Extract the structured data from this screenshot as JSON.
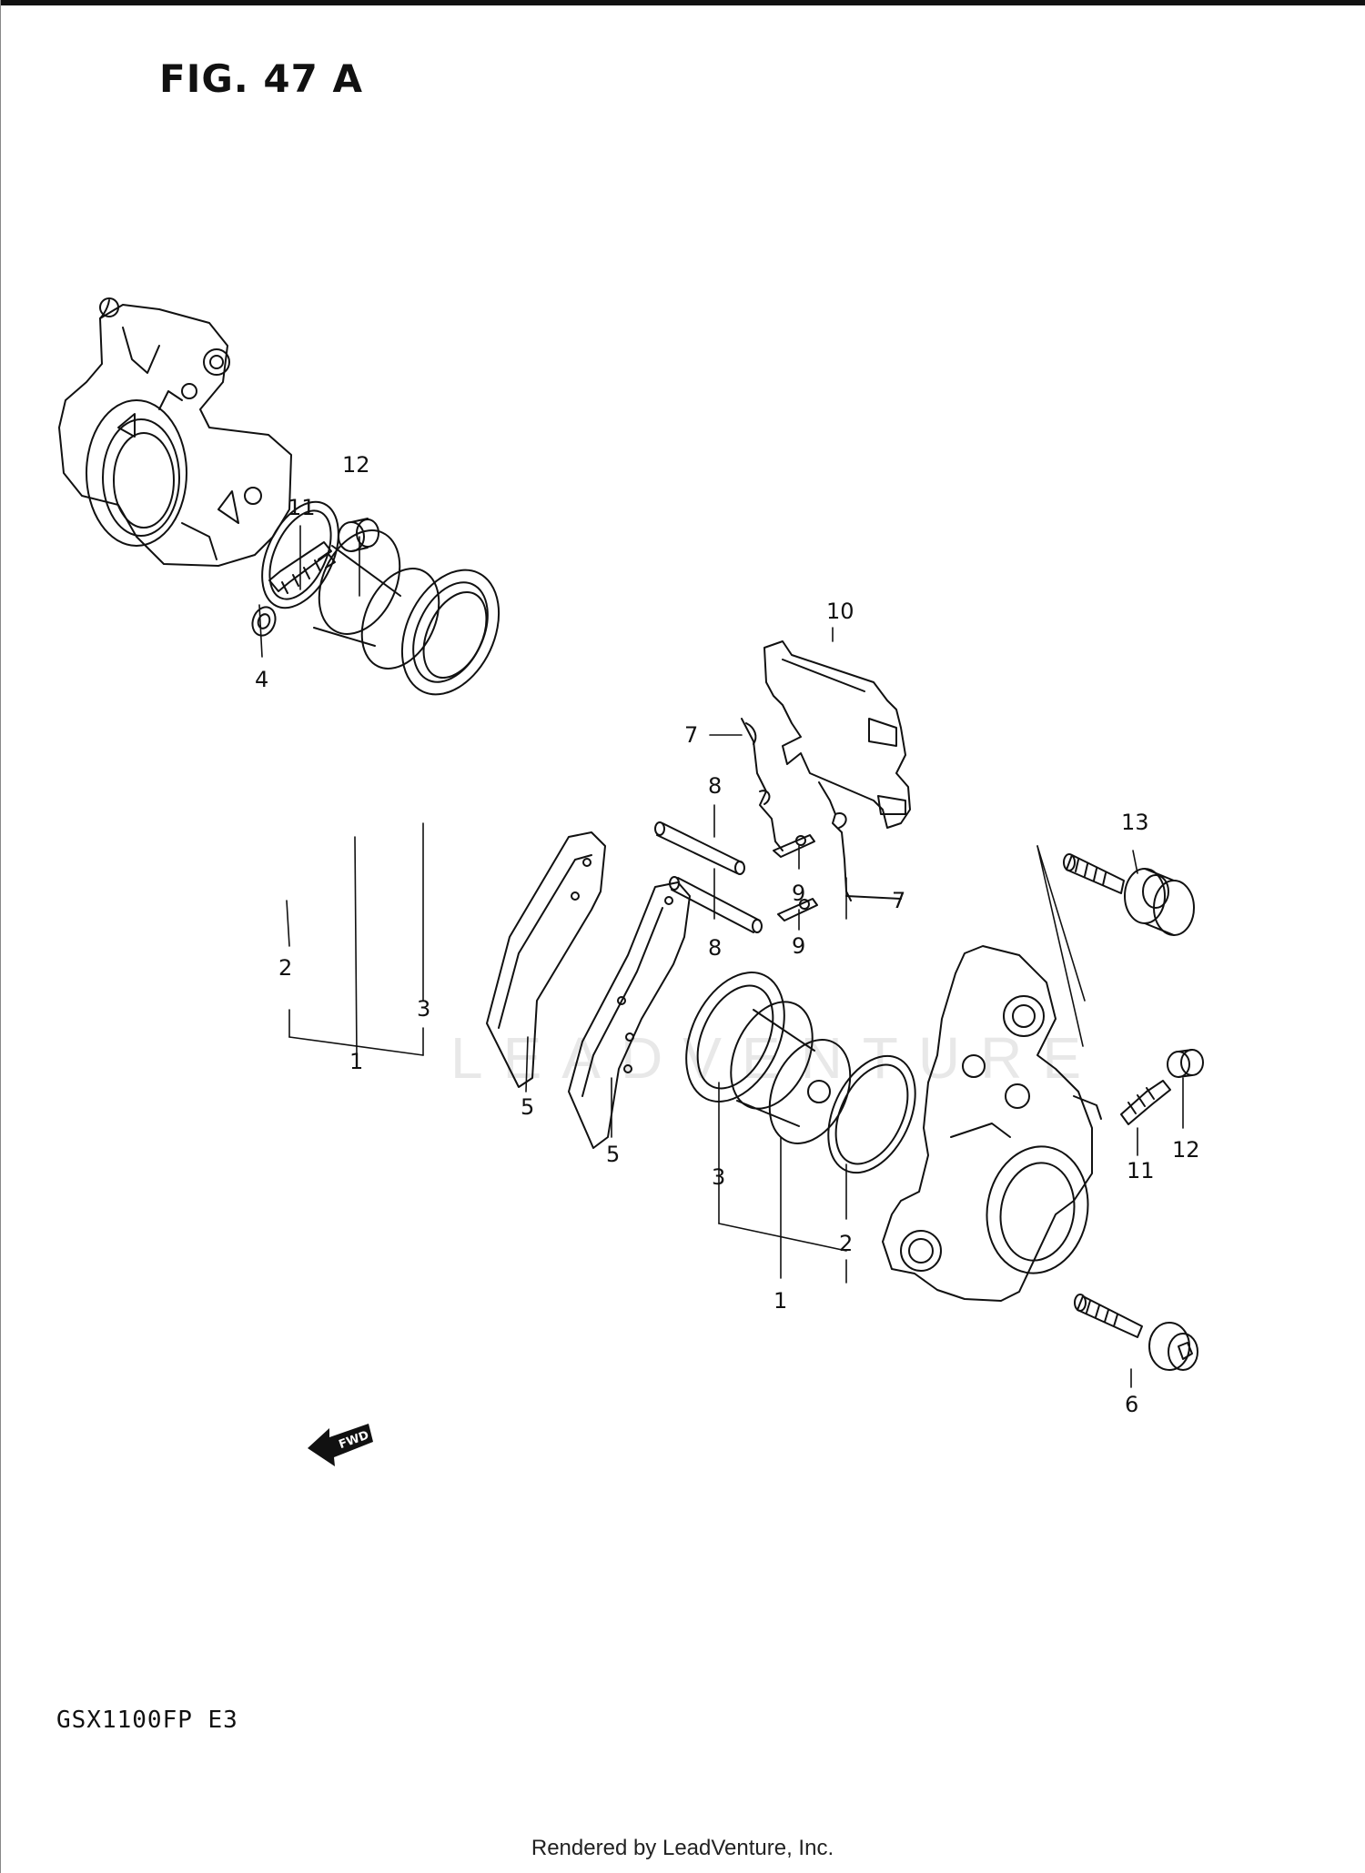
{
  "figure": {
    "title": "FIG. 47 A"
  },
  "model_code": "GSX1100FP  E3",
  "watermark": "LEADVENTURE",
  "fwd_label": "FWD",
  "footer": "Rendered by LeadVenture, Inc.",
  "callouts": {
    "c1a": "1",
    "c1b": "1",
    "c2a": "2",
    "c2b": "2",
    "c3a": "3",
    "c3b": "3",
    "c4": "4",
    "c5a": "5",
    "c5b": "5",
    "c6": "6",
    "c7a": "7",
    "c7b": "7",
    "c8a": "8",
    "c8b": "8",
    "c9a": "9",
    "c9b": "9",
    "c10": "10",
    "c11a": "11",
    "c11b": "11",
    "c12a": "12",
    "c12b": "12",
    "c13": "13"
  }
}
